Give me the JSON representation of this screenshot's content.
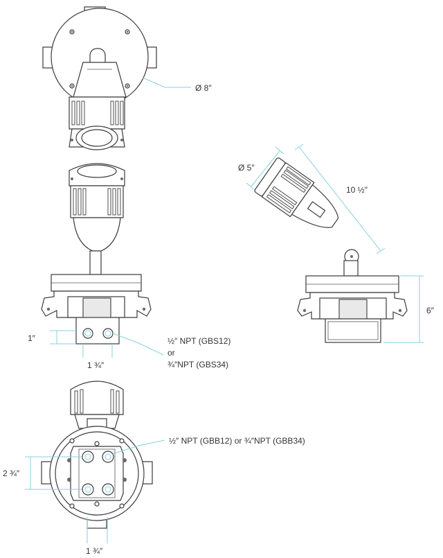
{
  "dimensions": {
    "canopy_diameter": "Ø 8″",
    "head_diameter": "Ø 5″",
    "head_length": "10 ½″",
    "overall_height": "6″",
    "box_offset": "1″",
    "box_width": "1 ¾″",
    "base_height": "2 ¾″",
    "base_width": "1 ¾″"
  },
  "callouts": {
    "gbs_line1": "½″ NPT (GBS12)",
    "gbs_line2": "or",
    "gbs_line3": "¾″NPT (GBS34)",
    "gbb": "½″ NPT (GBB12) or  ¾″NPT (GBB34)"
  },
  "colors": {
    "outline": "#3a3a3a",
    "dimension": "#88cfe0"
  }
}
